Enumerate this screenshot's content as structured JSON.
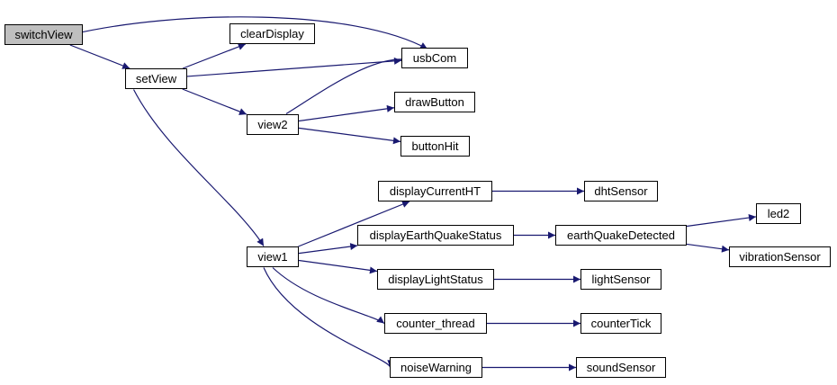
{
  "colors": {
    "edge": "#191970",
    "root_fill": "#bfbfbf",
    "node_fill": "#ffffff",
    "border": "#000000"
  },
  "nodes": {
    "switchView": "switchView",
    "setView": "setView",
    "clearDisplay": "clearDisplay",
    "usbCom": "usbCom",
    "view2": "view2",
    "drawButton": "drawButton",
    "buttonHit": "buttonHit",
    "view1": "view1",
    "displayCurrentHT": "displayCurrentHT",
    "dhtSensor": "dhtSensor",
    "displayEarthQuakeStatus": "displayEarthQuakeStatus",
    "earthQuakeDetected": "earthQuakeDetected",
    "led2": "led2",
    "vibrationSensor": "vibrationSensor",
    "displayLightStatus": "displayLightStatus",
    "lightSensor": "lightSensor",
    "counter_thread": "counter_thread",
    "counterTick": "counterTick",
    "noiseWarning": "noiseWarning",
    "soundSensor": "soundSensor"
  },
  "edges": [
    [
      "switchView",
      "usbCom"
    ],
    [
      "switchView",
      "setView"
    ],
    [
      "setView",
      "clearDisplay"
    ],
    [
      "setView",
      "usbCom"
    ],
    [
      "setView",
      "view2"
    ],
    [
      "setView",
      "view1"
    ],
    [
      "view2",
      "usbCom"
    ],
    [
      "view2",
      "drawButton"
    ],
    [
      "view2",
      "buttonHit"
    ],
    [
      "view1",
      "displayCurrentHT"
    ],
    [
      "view1",
      "displayEarthQuakeStatus"
    ],
    [
      "view1",
      "displayLightStatus"
    ],
    [
      "view1",
      "counter_thread"
    ],
    [
      "view1",
      "noiseWarning"
    ],
    [
      "displayCurrentHT",
      "dhtSensor"
    ],
    [
      "displayEarthQuakeStatus",
      "earthQuakeDetected"
    ],
    [
      "earthQuakeDetected",
      "led2"
    ],
    [
      "earthQuakeDetected",
      "vibrationSensor"
    ],
    [
      "displayLightStatus",
      "lightSensor"
    ],
    [
      "counter_thread",
      "counterTick"
    ],
    [
      "noiseWarning",
      "soundSensor"
    ]
  ]
}
